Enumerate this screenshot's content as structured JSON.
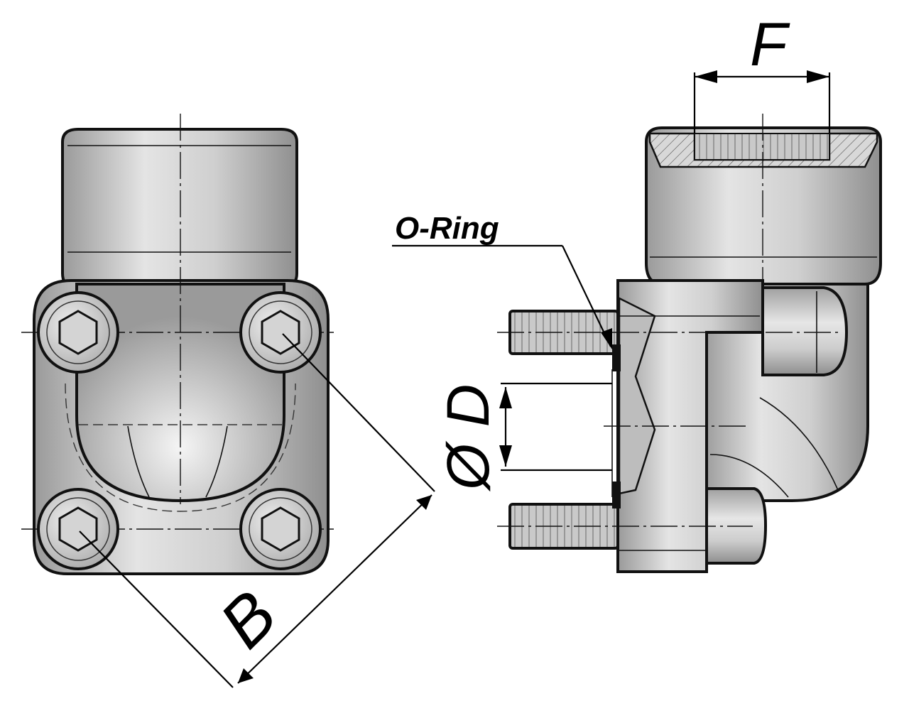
{
  "labels": {
    "dim_F": "F",
    "dim_B": "B",
    "dim_D": "Ø D",
    "o_ring": "O-Ring"
  },
  "colors": {
    "metal_light": "#e6e6e6",
    "metal_mid": "#c4c4c4",
    "metal_dark": "#8e8e8e",
    "line": "#111111"
  }
}
